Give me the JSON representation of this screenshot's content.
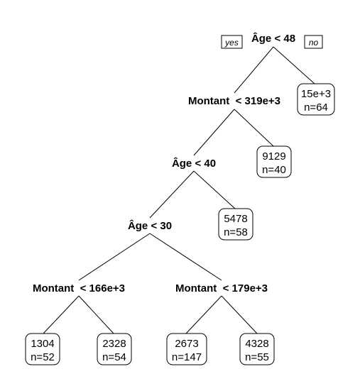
{
  "tree": {
    "branch_tags": {
      "yes": "yes",
      "no": "no"
    },
    "splits": {
      "root": "Âge < 48",
      "montant_319": "Montant  < 319e+3",
      "age_40": "Âge < 40",
      "age_30": "Âge < 30",
      "montant_166": "Montant  < 166e+3",
      "montant_179": "Montant  < 179e+3"
    },
    "leaves": {
      "l1": {
        "value": "1304",
        "n": "n=52"
      },
      "l2": {
        "value": "2328",
        "n": "n=54"
      },
      "l3": {
        "value": "2673",
        "n": "n=147"
      },
      "l4": {
        "value": "4328",
        "n": "n=55"
      },
      "l5": {
        "value": "5478",
        "n": "n=58"
      },
      "l6": {
        "value": "9129",
        "n": "n=40"
      },
      "l7": {
        "value": "15e+3",
        "n": "n=64"
      }
    }
  }
}
